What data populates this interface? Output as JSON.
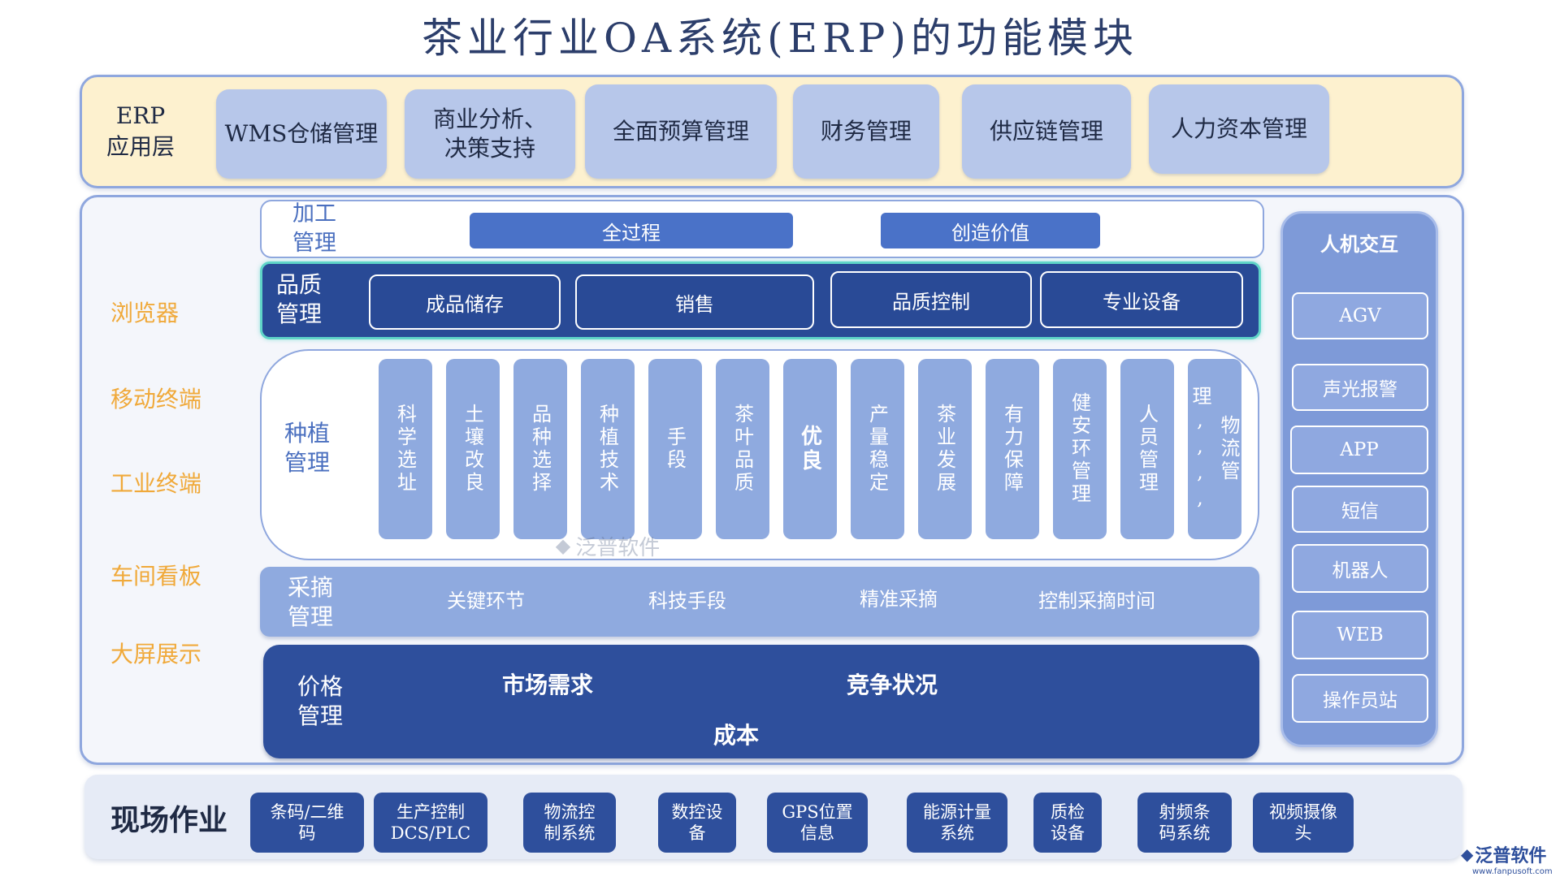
{
  "title": "茶业行业OA系统(ERP)的功能模块",
  "erp": {
    "label": "ERP\n应用层",
    "modules": [
      "WMS仓储管理",
      "商业分析、\n决策支持",
      "全面预算管理",
      "财务管理",
      "供应链管理",
      "人力资本管理"
    ]
  },
  "left_terms": [
    "浏览器",
    "移动终端",
    "工业终端",
    "车间看板",
    "大屏展示"
  ],
  "processing": {
    "label": "加工\n管理",
    "items": [
      "全过程",
      "创造价值"
    ]
  },
  "quality": {
    "label": "品质\n管理",
    "items": [
      "成品储存",
      "销售",
      "品质控制",
      "专业设备"
    ]
  },
  "planting": {
    "label": "种植\n管理",
    "items": [
      "科学选址",
      "土壤改良",
      "品种选择",
      "种植技术",
      "手段",
      "茶叶品质",
      "优良",
      "产量稳定",
      "茶业发展",
      "有力保障",
      "健安环管理",
      "人员管理",
      "物流管理,,,,"
    ]
  },
  "picking": {
    "label": "采摘\n管理",
    "items": [
      "关键环节",
      "科技手段",
      "精准采摘",
      "控制采摘时间"
    ]
  },
  "price": {
    "label": "价格\n管理",
    "items": [
      "市场需求",
      "竞争状况",
      "成本"
    ]
  },
  "hmi": {
    "title": "人机交互",
    "items": [
      "AGV",
      "声光报警",
      "APP",
      "短信",
      "机器人",
      "WEB",
      "操作员站"
    ]
  },
  "field": {
    "label": "现场作业",
    "items": [
      "条码/二维\n码",
      "生产控制\nDCS/PLC",
      "物流控\n制系统",
      "数控设\n备",
      "GPS位置\n信息",
      "能源计量\n系统",
      "质检\n设备",
      "射频条\n码系统",
      "视频摄像\n头"
    ]
  },
  "watermark": "泛普软件",
  "logo": {
    "name": "泛普软件",
    "url": "www.fanpusoft.com"
  }
}
